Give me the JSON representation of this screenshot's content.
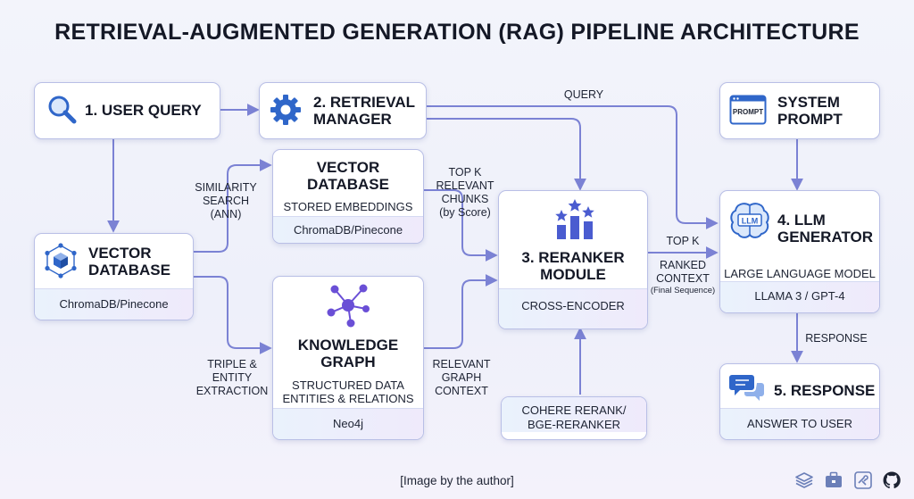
{
  "title": "RETRIEVAL-AUGMENTED GENERATION (RAG) PIPELINE ARCHITECTURE",
  "nodes": {
    "user_query": {
      "title": "1. USER QUERY"
    },
    "retrieval_manager": {
      "title_line1": "2. RETRIEVAL",
      "title_line2": "MANAGER"
    },
    "vector_db_left": {
      "title_line1": "VECTOR",
      "title_line2": "DATABASE",
      "footer": "ChromaDB/Pinecone"
    },
    "vector_db_mid": {
      "title_line1": "VECTOR",
      "title_line2": "DATABASE",
      "subtitle": "STORED EMBEDDINGS",
      "footer": "ChromaDB/Pinecone"
    },
    "knowledge_graph": {
      "title_line1": "KNOWLEDGE",
      "title_line2": "GRAPH",
      "subtitle_line1": "STRUCTURED DATA",
      "subtitle_line2": "ENTITIES & RELATIONS",
      "footer": "Neo4j"
    },
    "reranker": {
      "title_line1": "3. RERANKER",
      "title_line2": "MODULE",
      "footer": "CROSS-ENCODER"
    },
    "reranker_model": {
      "line1": "COHERE RERANK/",
      "line2": "BGE-RERANKER"
    },
    "system_prompt": {
      "title_line1": "SYSTEM",
      "title_line2": "PROMPT",
      "icon_text": "PROMPT"
    },
    "llm": {
      "title_line1": "4. LLM",
      "title_line2": "GENERATOR",
      "subtitle": "LARGE LANGUAGE MODEL",
      "footer": "LLAMA 3 / GPT-4",
      "icon_text": "LLM"
    },
    "response": {
      "title": "5. RESPONSE",
      "footer": "ANSWER TO USER"
    }
  },
  "edge_labels": {
    "query": "QUERY",
    "similarity_line1": "SIMILARITY",
    "similarity_line2": "SEARCH",
    "similarity_line3": "(ANN)",
    "topk_chunks_line1": "TOP K",
    "topk_chunks_line2": "RELEVANT",
    "topk_chunks_line3": "CHUNKS",
    "topk_chunks_line4": "(by Score)",
    "triple_line1": "TRIPLE &",
    "triple_line2": "ENTITY",
    "triple_line3": "EXTRACTION",
    "graph_ctx_line1": "RELEVANT",
    "graph_ctx_line2": "GRAPH",
    "graph_ctx_line3": "CONTEXT",
    "topk": "TOP K",
    "ranked_line1": "RANKED",
    "ranked_line2": "CONTEXT",
    "ranked_line3": "(Final Sequence)",
    "response": "RESPONSE"
  },
  "credit": "[Image by the author]",
  "colors": {
    "arrow": "#7b82d4",
    "box_border": "#b9bfe6",
    "icon_blue": "#2f66c9",
    "icon_purple": "#6a4fd6"
  },
  "footer_icons": [
    "layers-icon",
    "briefcase-icon",
    "puzzle-icon",
    "github-icon"
  ]
}
